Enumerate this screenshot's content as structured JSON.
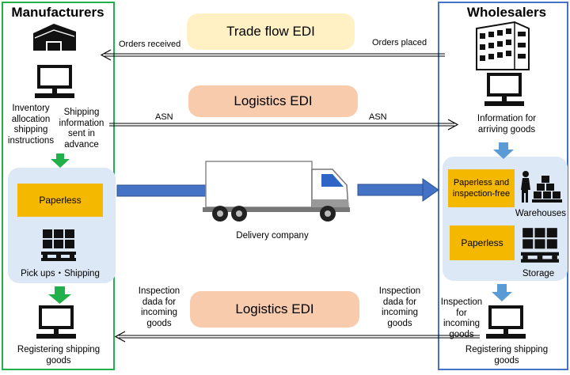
{
  "manufacturers": {
    "title": "Manufacturers",
    "inventory_label": "Inventory\nallocation\nshipping\ninstructions",
    "shipping_info_label": "Shipping\ninformation\nsent in\nadvance",
    "paperless_label": "Paperless",
    "pickups_label": "Pick ups・Shipping",
    "registering_label": "Registering  shipping\ngoods"
  },
  "wholesalers": {
    "title": "Wholesalers",
    "info_arriving_label": "Information for\narriving goods",
    "paperless_inspection_label": "Paperless and\ninspection-free",
    "warehouses_label": "Warehouses",
    "paperless_label": "Paperless",
    "storage_label": "Storage",
    "inspection_label": "Inspection\nfor\nincoming\ngoods",
    "registering_label": "Registering  shipping\ngoods"
  },
  "center": {
    "trade_flow_edi": "Trade flow EDI",
    "logistics_edi_top": "Logistics EDI",
    "logistics_edi_bottom": "Logistics EDI",
    "orders_received": "Orders received",
    "orders_placed": "Orders placed",
    "asn_left": "ASN",
    "asn_right": "ASN",
    "delivery_company": "Delivery company",
    "inspection_data_left": "Inspection\ndada for\nincoming\ngoods",
    "inspection_data_right": "Inspection\ndada for\nincoming\ngoods"
  },
  "colors": {
    "manufacturer_border": "#22b04b",
    "wholesaler_border": "#4472c4",
    "trade_edi_fill": "#fff1c4",
    "logistics_edi_fill": "#f8cbad",
    "paperless_fill": "#f5b800",
    "flow_arrow": "#4472c4",
    "green_arrow": "#22b04b",
    "area_fill": "#dce8f5"
  }
}
